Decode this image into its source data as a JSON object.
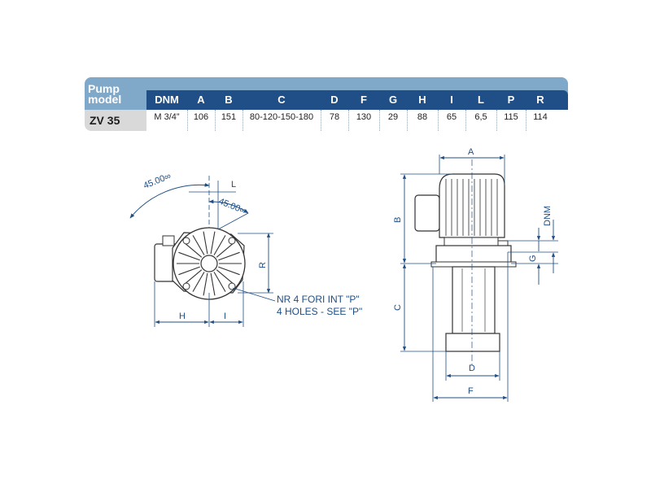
{
  "table": {
    "pump_label": "Pump model",
    "columns": [
      "DNM",
      "A",
      "B",
      "C",
      "D",
      "F",
      "G",
      "H",
      "I",
      "L",
      "P",
      "R"
    ],
    "model": "ZV 35",
    "values": [
      "M 3/4”",
      "106",
      "151",
      "80-120-150-180",
      "78",
      "130",
      "29",
      "88",
      "65",
      "6,5",
      "115",
      "114"
    ]
  },
  "drawing_front": {
    "angle_outer": "45.00∞",
    "angle_inner": "45.00∞",
    "label_L": "L",
    "label_R": "R",
    "label_H": "H",
    "label_I": "I",
    "note_line1": "NR 4 FORI INT \"P\"",
    "note_line2": "4 HOLES - SEE \"P\""
  },
  "drawing_side": {
    "label_A": "A",
    "label_B": "B",
    "label_C": "C",
    "label_D": "D",
    "label_F": "F",
    "label_G": "G",
    "label_DNM": "DNM"
  },
  "colors": {
    "header_light": "#7fa8c9",
    "header_dark": "#1f4f86",
    "dimension": "#1f4f86",
    "model_cell": "#d9d9d9"
  }
}
